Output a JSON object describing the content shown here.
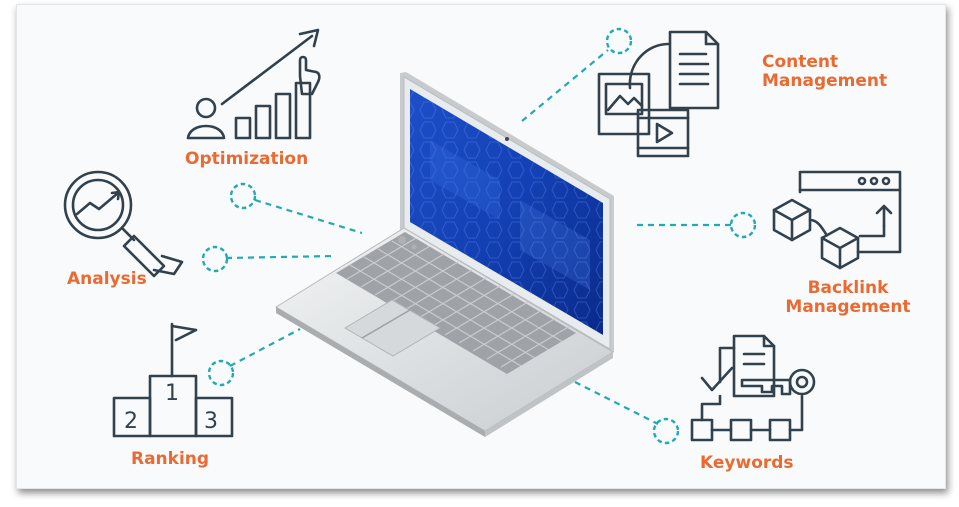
{
  "labels": {
    "optimization": "Optimization",
    "analysis": "Analysis",
    "ranking": "Ranking",
    "content_line1": "Content",
    "content_line2": "Management",
    "backlink_line1": "Backlink",
    "backlink_line2": "Management",
    "keywords": "Keywords"
  },
  "podium": {
    "first": "1",
    "second": "2",
    "third": "3"
  },
  "colors": {
    "label_orange": "#ea6a32",
    "connector_teal": "#23a9b3",
    "icon_stroke": "#33414d",
    "screen_blue": "#1442b8"
  },
  "icons": [
    "growth-chart-icon",
    "magnifier-trend-icon",
    "podium-flag-icon",
    "content-documents-icon",
    "backlink-browser-icon",
    "keyword-document-key-icon"
  ]
}
